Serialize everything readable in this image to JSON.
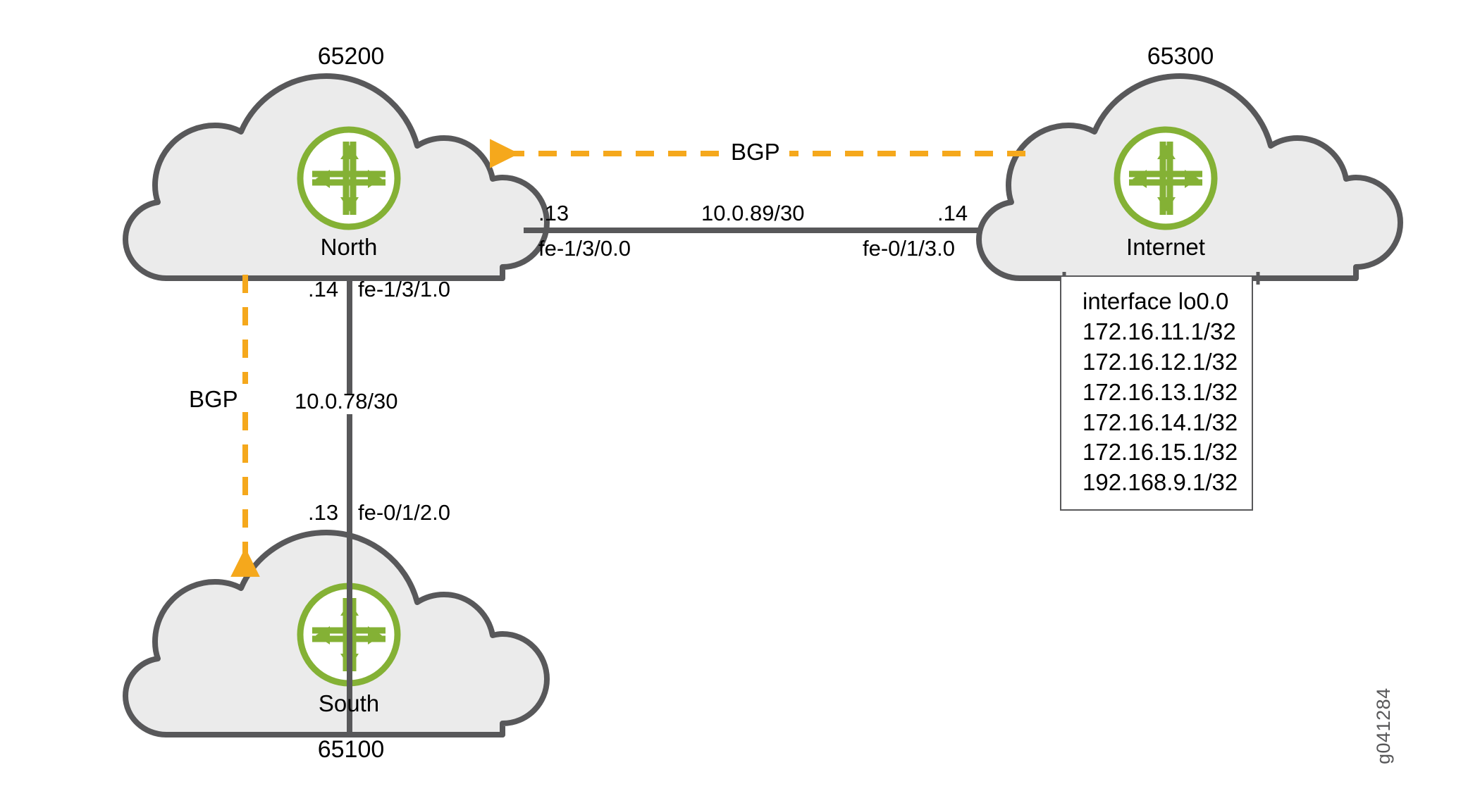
{
  "diagram": {
    "title": "BGP network topology with three autonomous systems",
    "watermark": "g041284",
    "colors": {
      "cloud_fill": "#ebebeb",
      "cloud_stroke": "#58585a",
      "link_stroke": "#58585a",
      "bgp_orange": "#f5a81c",
      "router_green": "#84b135",
      "text": "#000000"
    }
  },
  "nodes": [
    {
      "id": "north",
      "name": "North",
      "as_number": "65200",
      "icon": "router-icon"
    },
    {
      "id": "internet",
      "name": "Internet",
      "as_number": "65300",
      "icon": "router-icon"
    },
    {
      "id": "south",
      "name": "South",
      "as_number": "65100",
      "icon": "router-icon"
    }
  ],
  "links": [
    {
      "id": "north-internet",
      "subnet": "10.0.89/30",
      "left_host": ".13",
      "left_interface": "fe-1/3/0.0",
      "right_host": ".14",
      "right_interface": "fe-0/1/3.0"
    },
    {
      "id": "north-south",
      "subnet": "10.0.78/30",
      "top_host": ".14",
      "top_interface": "fe-1/3/1.0",
      "bottom_host": ".13",
      "bottom_interface": "fe-0/1/2.0"
    }
  ],
  "bgp_sessions": [
    {
      "id": "internet-to-north",
      "label": "BGP"
    },
    {
      "id": "north-to-south",
      "label": "BGP"
    }
  ],
  "config_box": {
    "owner": "internet",
    "lines": [
      "interface lo0.0",
      "172.16.11.1/32",
      "172.16.12.1/32",
      "172.16.13.1/32",
      "172.16.14.1/32",
      "172.16.15.1/32",
      "192.168.9.1/32"
    ]
  }
}
